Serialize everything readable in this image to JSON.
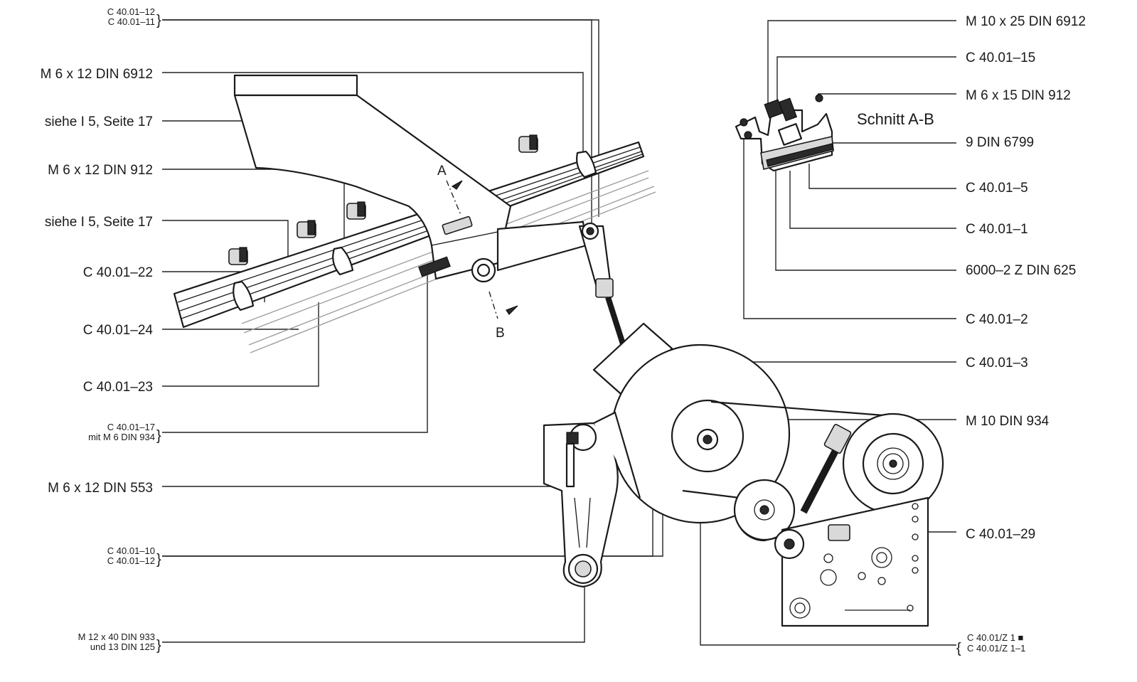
{
  "section_title": "Schnitt A-B",
  "section_marks": {
    "a": "A",
    "b": "B"
  },
  "left_labels": {
    "l1a": "C 40.01–12",
    "l1b": "C 40.01–11",
    "l2": "M 6 x 12 DIN 6912",
    "l3": "siehe I 5, Seite 17",
    "l4": "M 6 x 12 DIN 912",
    "l5": "siehe I 5, Seite 17",
    "l6": "C 40.01–22",
    "l7": "C 40.01–24",
    "l8": "C 40.01–23",
    "l9a": "C 40.01–17",
    "l9b": "mit M 6 DIN 934",
    "l10": "M 6 x 12 DIN 553",
    "l11a": "C 40.01–10",
    "l11b": "C 40.01–12",
    "l12a": "M 12 x 40 DIN 933",
    "l12b": "und 13 DIN 125"
  },
  "right_labels": {
    "r1": "M 10 x 25 DIN 6912",
    "r2": "C 40.01–15",
    "r3": "M 6 x 15 DIN 912",
    "r4": "9 DIN 6799",
    "r5": "C 40.01–5",
    "r6": "C 40.01–1",
    "r7": "6000–2 Z DIN 625",
    "r8": "C 40.01–2",
    "r9": "C 40.01–3",
    "r10": "M 10 DIN 934",
    "r11": "C 40.01–29",
    "r12a": "C 40.01/Z 1 ■",
    "r12b": "C 40.01/Z 1–1"
  }
}
